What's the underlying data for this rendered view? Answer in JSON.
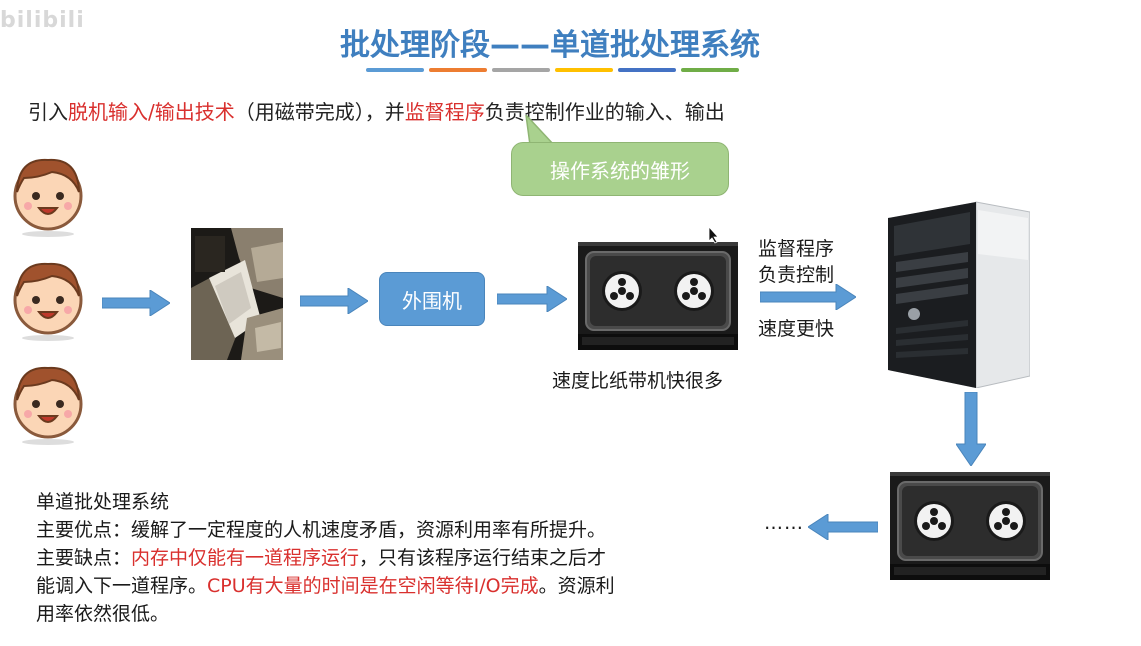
{
  "watermark": "bilibili",
  "title": "批处理阶段——单道批处理系统",
  "title_bar_colors": [
    "#5b9bd5",
    "#ed7d31",
    "#a5a5a5",
    "#ffc000",
    "#4472c4",
    "#70ad47"
  ],
  "intro": {
    "p1": "引入",
    "red1": "脱机输入/输出技术",
    "p2": "（用磁带完成），并",
    "red2": "监督程序",
    "p3": "负责控制作业的输入、输出"
  },
  "callout": "操作系统的雏形",
  "peripheral": "外围机",
  "tape_caption": "速度比纸带机快很多",
  "supervisor_caption": {
    "line1": "监督程序",
    "line2": "负责控制",
    "line3": "速度更快"
  },
  "conclusion": {
    "heading": "单道批处理系统",
    "adv_label": "主要优点：",
    "adv_text": "缓解了一定程度的人机速度矛盾，资源利用率有所提升。",
    "dis_label": "主要缺点：",
    "dis_red1": "内存中仅能有一道程序运行",
    "dis_text1": "，只有该程序运行结束之后才",
    "line3_text": "能调入下一道程序。",
    "line3_red": "CPU有大量的时间是在空闲等待I/O完成",
    "line3_end": "。资源利",
    "line4": "用率依然很低。"
  },
  "ellipsis": "……",
  "colors": {
    "title": "#3f7fbf",
    "red": "#d9302e",
    "arrow": "#5b9bd5",
    "callout": "#a9d18e",
    "peripheral": "#5b9bd5"
  },
  "icons": [
    "user-face-icon",
    "card-reader-photo",
    "tape-drive-icon",
    "server-tower-icon",
    "arrow-icon",
    "mouse-cursor-icon"
  ]
}
